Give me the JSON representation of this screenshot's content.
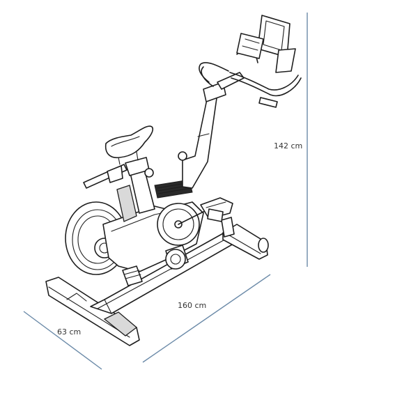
{
  "dimensions": {
    "height_label": "142 cm",
    "length_label": "160 cm",
    "width_label": "63 cm"
  },
  "colors": {
    "dimension_line": "#6b8aa8",
    "drawing_line": "#1e1e1e"
  },
  "icons": {
    "product": "exercise-bike-line-drawing"
  }
}
